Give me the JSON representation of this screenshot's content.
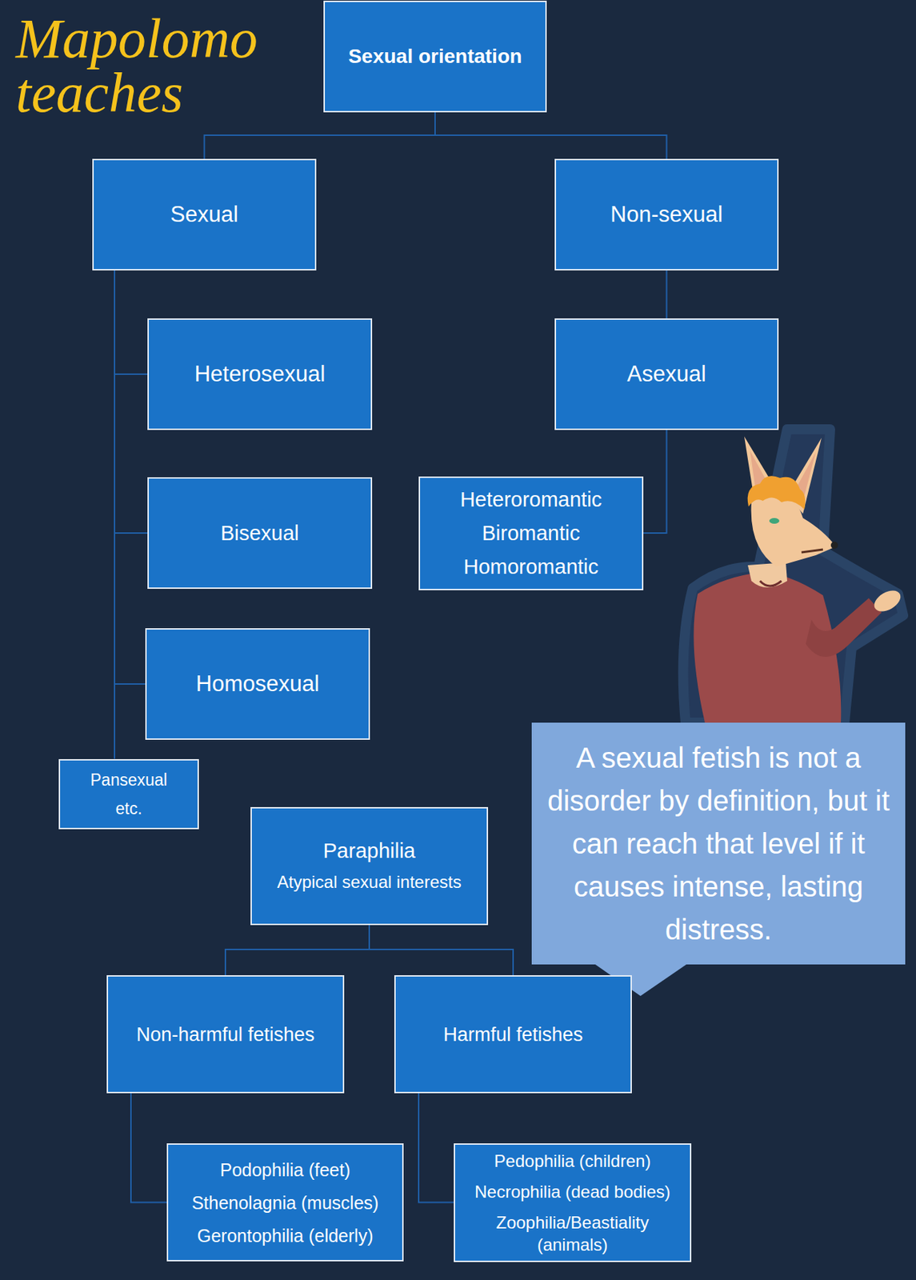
{
  "diagram": {
    "nodes": [
      {
        "text": [
          "Sexual orientation"
        ]
      },
      {
        "text": [
          "Sexual"
        ]
      },
      {
        "text": [
          "Non-sexual"
        ]
      },
      {
        "text": [
          "Heterosexual"
        ]
      },
      {
        "text": [
          "Asexual"
        ]
      },
      {
        "text": [
          "Bisexual"
        ]
      },
      {
        "text": [
          "Heteroromantic",
          "Biromantic",
          "Homoromantic"
        ]
      },
      {
        "text": [
          "Homosexual"
        ]
      },
      {
        "text": [
          "A sexual fetish is not a disorder by definition, but it can reach that level if it causes intense, lasting distress."
        ]
      },
      {
        "text": [
          "Pansexual etc."
        ]
      },
      {
        "text": [
          "Paraphilia",
          "Atypical sexual interests"
        ]
      },
      {
        "text": [
          "Non-harmful fetishes"
        ]
      },
      {
        "text": [
          "Harmful fetishes"
        ]
      },
      {
        "text": [
          "Podophilia (feet)",
          "Sthenolagnia (muscles)",
          "Gerontophilia (elderly)"
        ]
      },
      {
        "text": [
          "Pedophilia (children)",
          "Necrophilia (dead bodies)",
          "Zoophilia/Beastiality (animals)"
        ]
      }
    ],
    "edges": [
      {
        "from": 0,
        "to": 1,
        "arrow": "none"
      },
      {
        "from": 0,
        "to": 2,
        "arrow": "none"
      },
      {
        "from": 1,
        "to": 3,
        "arrow": "none"
      },
      {
        "from": 1,
        "to": 5,
        "arrow": "none"
      },
      {
        "from": 1,
        "to": 7,
        "arrow": "none"
      },
      {
        "from": 1,
        "to": 9,
        "arrow": "none"
      },
      {
        "from": 2,
        "to": 4,
        "arrow": "none"
      },
      {
        "from": 4,
        "to": 6,
        "arrow": "none"
      },
      {
        "from": 10,
        "to": 11,
        "arrow": "none"
      },
      {
        "from": 10,
        "to": 12,
        "arrow": "none"
      },
      {
        "from": 11,
        "to": 13,
        "arrow": "none"
      },
      {
        "from": 12,
        "to": 14,
        "arrow": "none"
      }
    ],
    "labels": [
      "Mapolomo teaches"
    ]
  }
}
